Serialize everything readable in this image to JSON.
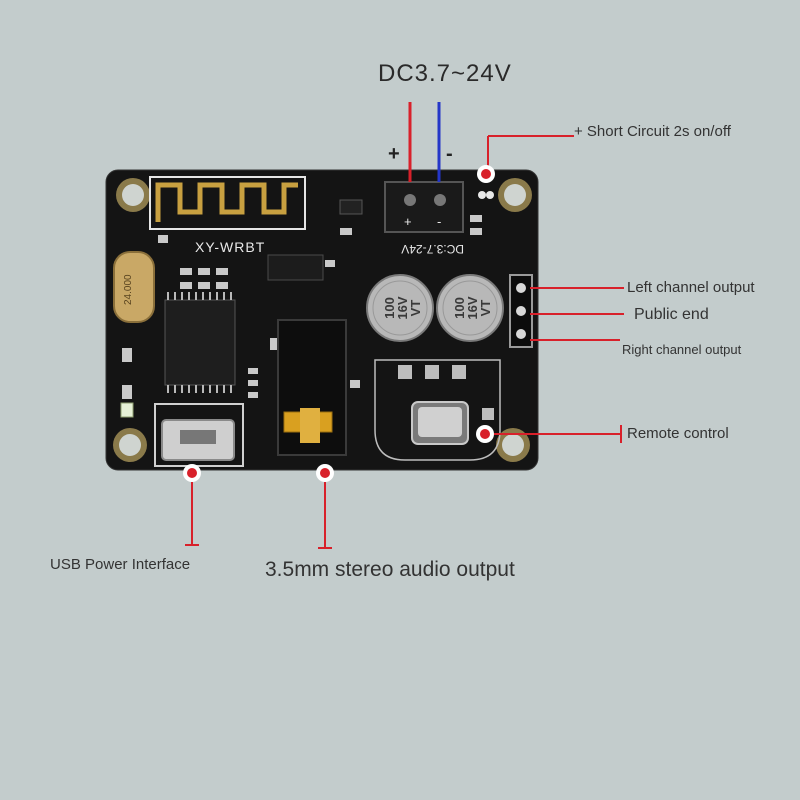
{
  "callouts": {
    "power": "DC3.7~24V",
    "plus": "+",
    "minus": "-",
    "short_circuit": "+ Short Circuit 2s on/off",
    "left_channel": "Left channel output",
    "public_end": "Public end",
    "right_channel": "Right channel output",
    "remote": "Remote control",
    "usb": "USB Power Interface",
    "jack": "3.5mm stereo audio output"
  },
  "board": {
    "model": "XY-WRBT",
    "voltage_silk": "DC:3.7-24V",
    "terminal_plus": "+",
    "terminal_minus": "-",
    "crystal": "24.000",
    "cap_left": [
      "100",
      "16V",
      "VT"
    ],
    "cap_right": [
      "100",
      "16V",
      "VT"
    ]
  },
  "colors": {
    "background": "#c3cccc",
    "board": "#141414",
    "leader_red": "#d8202a",
    "wire_blue": "#2436c8",
    "silk": "#e8e8e8"
  }
}
